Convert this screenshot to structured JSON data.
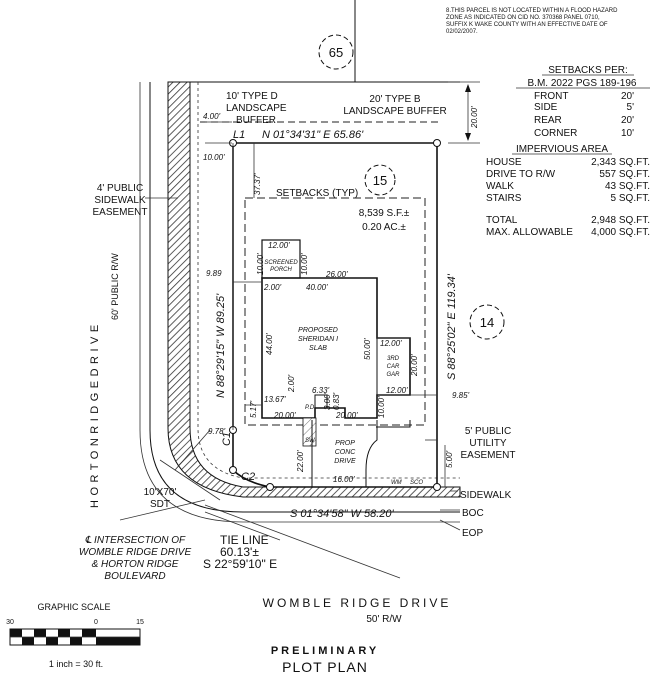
{
  "flood_note": [
    "8.THIS PARCEL IS NOT LOCATED WITHIN A FLOOD HAZARD",
    "ZONE AS INDICATED ON CID NO. 370368 PANEL 0710,",
    "SUFFIX K WAKE COUNTY WITH AN EFFECTIVE DATE OF",
    "02/02/2007."
  ],
  "lots": {
    "north": "65",
    "subject": "15",
    "east": "14"
  },
  "setbacks_table": {
    "title": "SETBACKS PER:",
    "source": "B.M. 2022 PGS 189-196",
    "rows": [
      {
        "label": "FRONT",
        "value": "20'"
      },
      {
        "label": "SIDE",
        "value": "5'"
      },
      {
        "label": "REAR",
        "value": "20'"
      },
      {
        "label": "CORNER",
        "value": "10'"
      }
    ]
  },
  "impervious_table": {
    "title": "IMPERVIOUS AREA",
    "rows": [
      {
        "label": "HOUSE",
        "value": "2,343 SQ.FT."
      },
      {
        "label": "DRIVE TO R/W",
        "value": "557 SQ.FT."
      },
      {
        "label": "WALK",
        "value": "43 SQ.FT."
      },
      {
        "label": "STAIRS",
        "value": "5 SQ.FT."
      }
    ],
    "total": {
      "label": "TOTAL",
      "value": "2,948 SQ.FT."
    },
    "max": {
      "label": "MAX. ALLOWABLE",
      "value": "4,000 SQ.FT."
    }
  },
  "buffers": {
    "type_d": [
      "10' TYPE D",
      "LANDSCAPE",
      "BUFFER"
    ],
    "type_b": [
      "20' TYPE B",
      "LANDSCAPE BUFFER"
    ],
    "dim_4": "4.00'",
    "dim_10": "10.00'",
    "dim_20": "20.00'"
  },
  "sidewalk_easement": [
    "4' PUBLIC",
    "SIDEWALK",
    "EASEMENT"
  ],
  "bearings": {
    "north": "N 01°34'31\" E  65.86'",
    "south": "S 01°34'58\" W   58.20'",
    "east": "S 88°25'02\" E  119.34'",
    "west": "N 88°29'15\" W  89.25'"
  },
  "curve_labels": {
    "l1": "L1",
    "c1": "C1",
    "c2": "C2"
  },
  "setbacks_typ": "SETBACKS (TYP)",
  "lot_area": {
    "sf": "8,539 S.F.±",
    "ac": "0.20 AC.±"
  },
  "house": {
    "name": [
      "PROPOSED",
      "SHERIDAN I",
      "SLAB"
    ],
    "porch": [
      "SCREENED",
      "PORCH"
    ],
    "garage": [
      "3RD",
      "CAR",
      "GAR"
    ],
    "pd": "P.D.",
    "sw": "SW"
  },
  "dims": {
    "d3737": "37.37'",
    "d1200a": "12.00'",
    "d1000a": "10.00'",
    "d1000b": "10.00'",
    "d989": "9.89",
    "d2600": "26.00'",
    "d200a": "2.00'",
    "d4000": "40.00'",
    "d4400": "44.00'",
    "d5000": "50.00'",
    "d1200b": "12.00'",
    "d2000a": "20.00'",
    "d1200c": "12.00'",
    "d1000c": "10.00'",
    "d985": "9.85'",
    "d1367": "13.67'",
    "d200b": "2.00'",
    "d633": "6.33'",
    "d517": "5.17'",
    "d300": "3.00'",
    "d083": "0.83'",
    "d2000b": "20.00'",
    "d2000c": "20.00'",
    "d978": "9.78'",
    "d2200": "22.00'",
    "d1600": "16.00'",
    "d500": "5.00'"
  },
  "drive_label": [
    "PROP",
    "CONC",
    "DRIVE"
  ],
  "utility_easement": [
    "5' PUBLIC",
    "UTILITY",
    "EASEMENT"
  ],
  "street_west": {
    "name": "HORTONRIDGEDRIVE",
    "rw": "60' PUBLIC R/W"
  },
  "street_south": {
    "name": "WOMBLE RIDGE DRIVE",
    "rw": "50' R/W"
  },
  "sdt": [
    "10'X70'",
    "SDT"
  ],
  "intersection_note": [
    "℄ INTERSECTION OF",
    "WOMBLE RIDGE DRIVE",
    "& HORTON RIDGE",
    "BOULEVARD"
  ],
  "tie_line": [
    "TIE LINE",
    "60.13'±",
    "S 22°59'10\" E"
  ],
  "legend_right": {
    "sidewalk": "SIDEWALK",
    "boc": "BOC",
    "eop": "EOP"
  },
  "utility_marks": {
    "wm": "WM",
    "sco": "SCO"
  },
  "graphic_scale": {
    "title": "GRAPHIC SCALE",
    "ticks": [
      "30",
      "0",
      "15"
    ],
    "note": "1  inch = 30  ft."
  },
  "footer": {
    "line1": "PRELIMINARY",
    "line2": "PLOT PLAN"
  }
}
